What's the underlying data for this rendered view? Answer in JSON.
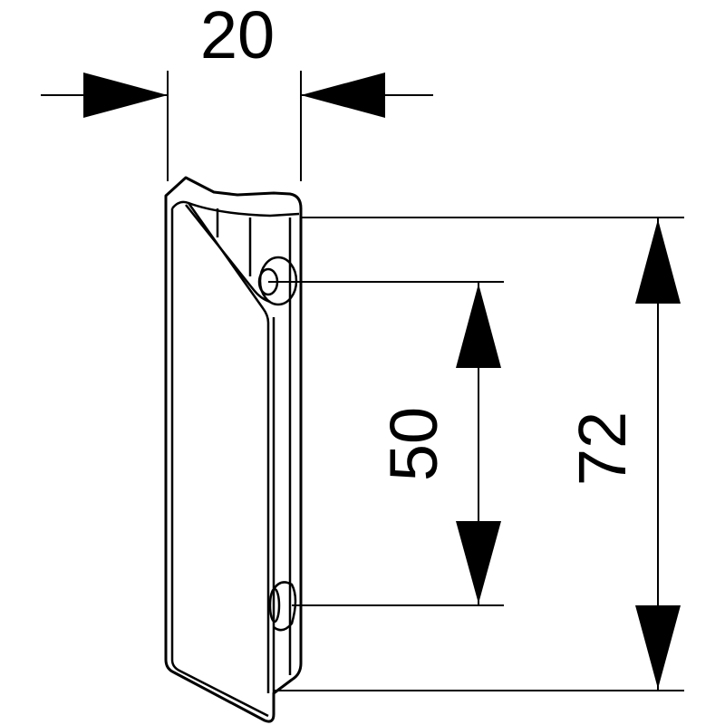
{
  "dimensions": {
    "width": "20",
    "hole_spacing": "50",
    "height": "72"
  }
}
